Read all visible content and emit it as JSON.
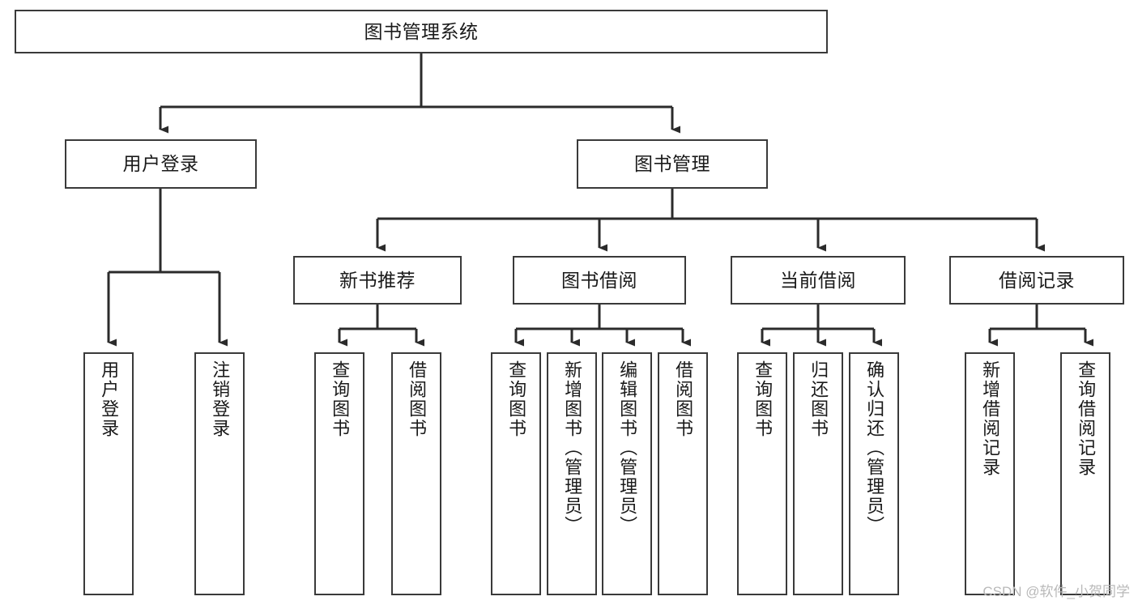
{
  "diagram": {
    "title": "图书管理系统",
    "type": "tree-hierarchy",
    "style": {
      "background": "#ffffff",
      "box_fill": "#ffffff",
      "box_border": "#3a3a3a",
      "edge_color": "#2b2b2b",
      "text_color": "#1a1a1a",
      "watermark_color": "#b9b9b9"
    },
    "root": {
      "id": "root",
      "label": "图书管理系统"
    },
    "level2": [
      {
        "id": "user-login",
        "label": "用户登录"
      },
      {
        "id": "book-manage",
        "label": "图书管理"
      }
    ],
    "level3": [
      {
        "id": "new-book-rec",
        "label": "新书推荐"
      },
      {
        "id": "book-borrow",
        "label": "图书借阅"
      },
      {
        "id": "current-borrow",
        "label": "当前借阅"
      },
      {
        "id": "borrow-record",
        "label": "借阅记录"
      }
    ],
    "leaves": {
      "user_login": [
        {
          "id": "leaf-user-login",
          "label": "用户登录"
        },
        {
          "id": "leaf-logout-login",
          "label": "注销登录"
        }
      ],
      "new_book_rec": [
        {
          "id": "leaf-query-book-1",
          "label": "查询图书"
        },
        {
          "id": "leaf-borrow-book-1",
          "label": "借阅图书"
        }
      ],
      "book_borrow": [
        {
          "id": "leaf-query-book-2",
          "label": "查询图书"
        },
        {
          "id": "leaf-add-book",
          "label": "新增图书（管理员）"
        },
        {
          "id": "leaf-edit-book",
          "label": "编辑图书（管理员）"
        },
        {
          "id": "leaf-borrow-book-2",
          "label": "借阅图书"
        }
      ],
      "current_borrow": [
        {
          "id": "leaf-query-book-3",
          "label": "查询图书"
        },
        {
          "id": "leaf-return-book",
          "label": "归还图书"
        },
        {
          "id": "leaf-confirm-return",
          "label": "确认归还（管理员）"
        }
      ],
      "borrow_record": [
        {
          "id": "leaf-add-record",
          "label": "新增借阅记录"
        },
        {
          "id": "leaf-query-record",
          "label": "查询借阅记录"
        }
      ]
    }
  },
  "watermark": {
    "text": "CSDN @软件_小贺同学"
  }
}
